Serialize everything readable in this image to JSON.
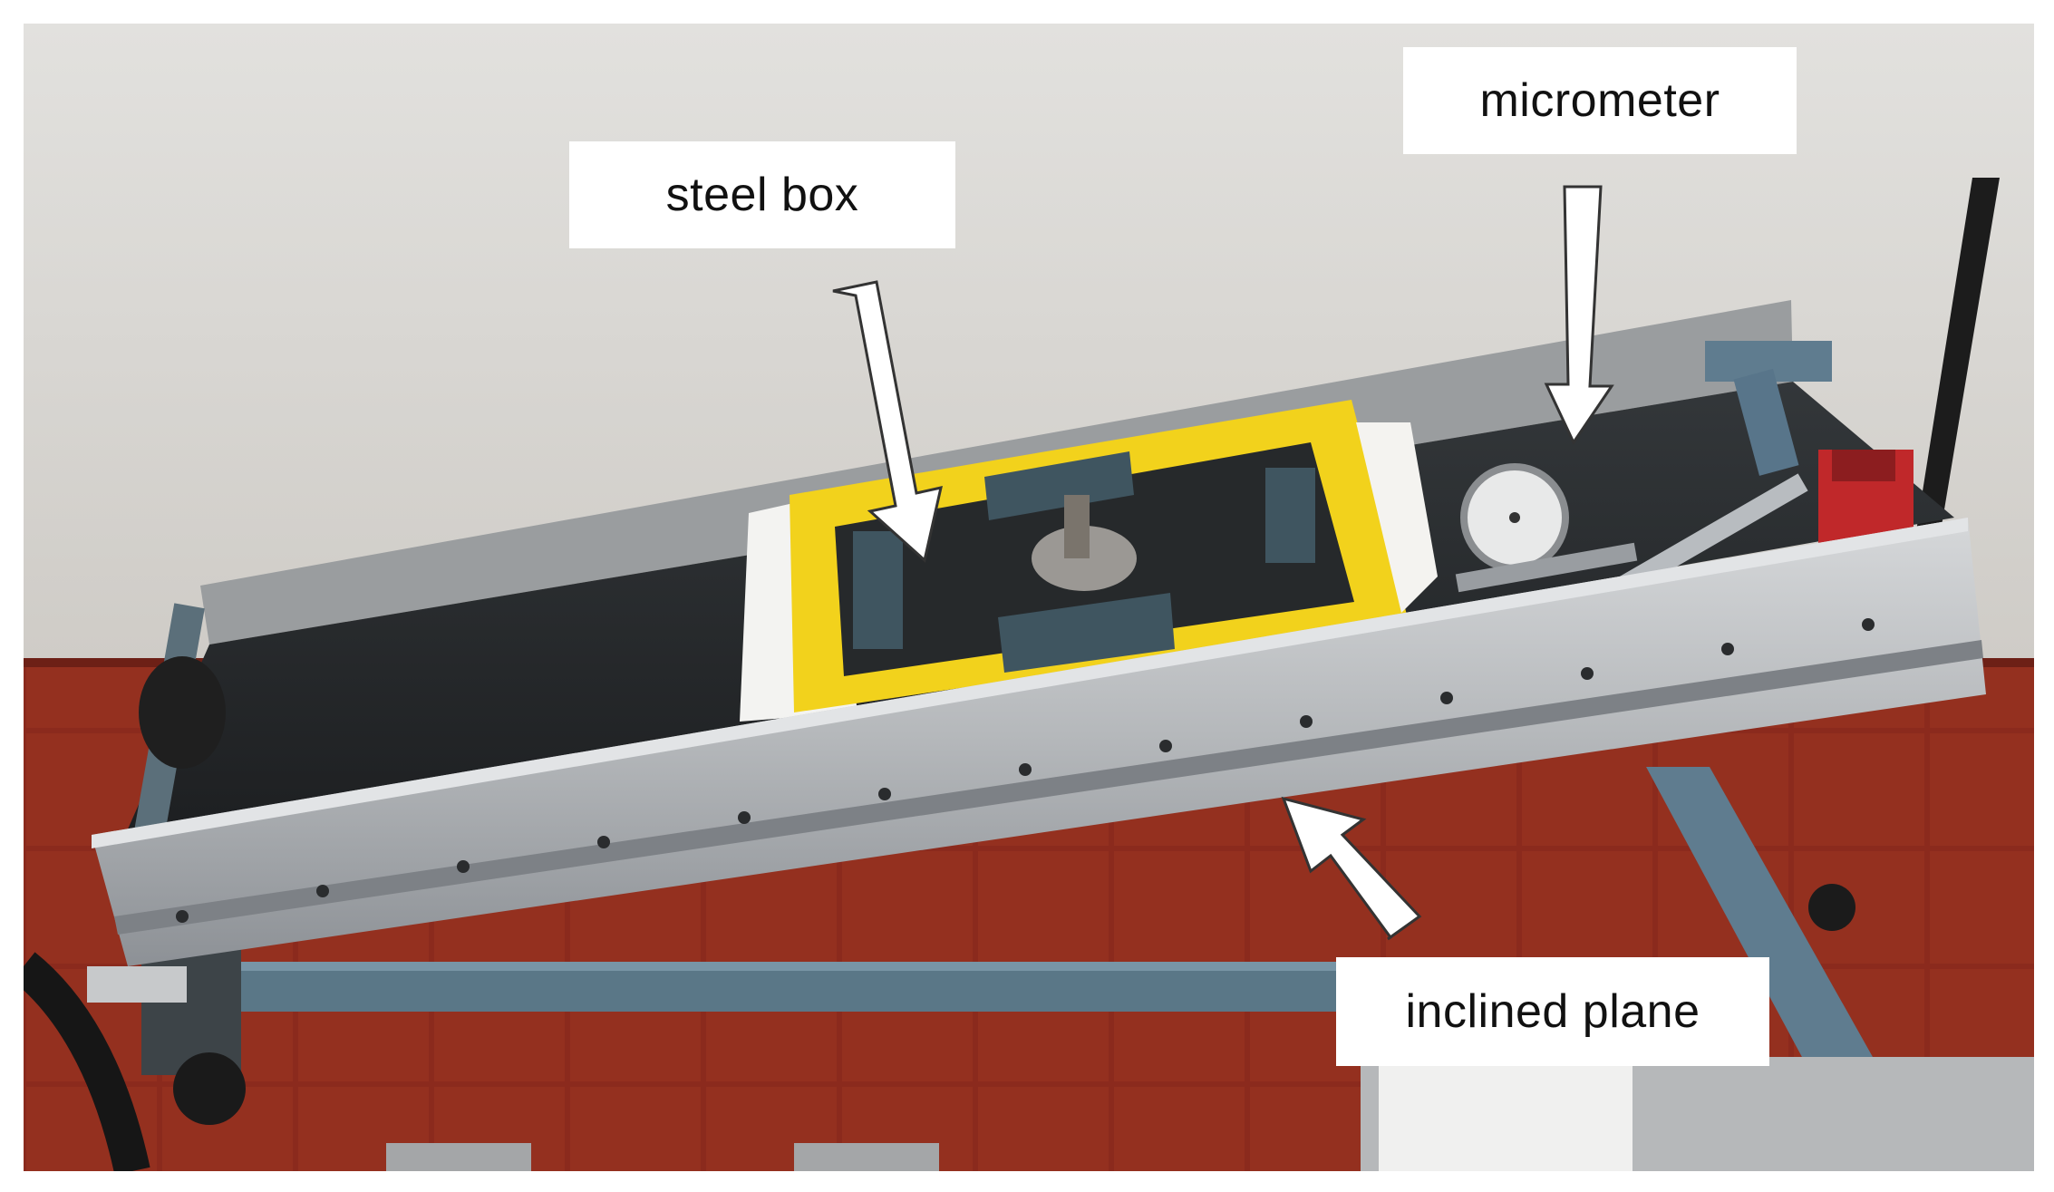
{
  "labels": {
    "steel_box": "steel box",
    "micrometer": "micrometer",
    "inclined_plane": "inclined plane"
  },
  "colors": {
    "wall": "#dcdad6",
    "floor": "#8a2a1e",
    "aluminum": "#b9bcbf",
    "box_yellow": "#f2d21c",
    "plate_dark": "#25282a",
    "frame_blue": "#5f7c8f",
    "magnet_red": "#c0282a"
  },
  "icons": [
    "arrow-pointer-icon"
  ]
}
